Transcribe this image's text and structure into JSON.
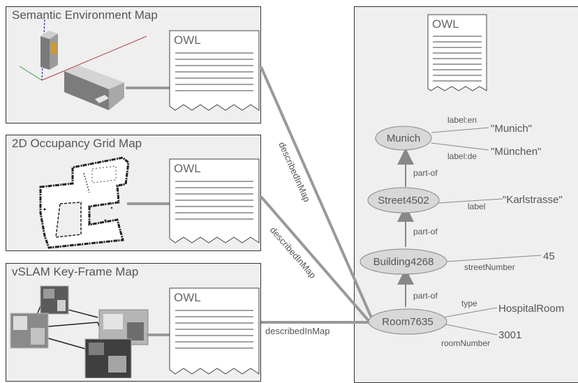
{
  "panels": {
    "semantic": {
      "title": "Semantic Environment Map"
    },
    "occupancy": {
      "title": "2D Occupancy Grid Map"
    },
    "vslam": {
      "title": "vSLAM Key-Frame Map"
    }
  },
  "documents": {
    "semantic_doc": "OWL",
    "occupancy_doc": "OWL",
    "vslam_doc": "OWL",
    "ontology_doc": "OWL"
  },
  "links": {
    "semantic": "describedInMap",
    "occupancy": "describedInMap",
    "vslam": "describedInMap"
  },
  "nodes": {
    "munich": "Munich",
    "street": "Street4502",
    "building": "Building4268",
    "room": "Room7635"
  },
  "relations": {
    "partof_1": "part-of",
    "partof_2": "part-of",
    "partof_3": "part-of",
    "label_en": "label:en",
    "label_de": "label:de",
    "label": "label",
    "street_number": "streetNumber",
    "type": "type",
    "room_number": "roomNumber"
  },
  "literals": {
    "munich_en": "\"Munich\"",
    "munich_de": "\"München\"",
    "karlstrasse": "\"Karlstrasse\"",
    "number_45": "45",
    "hospital_room": "HospitalRoom",
    "room_3001": "3001"
  }
}
